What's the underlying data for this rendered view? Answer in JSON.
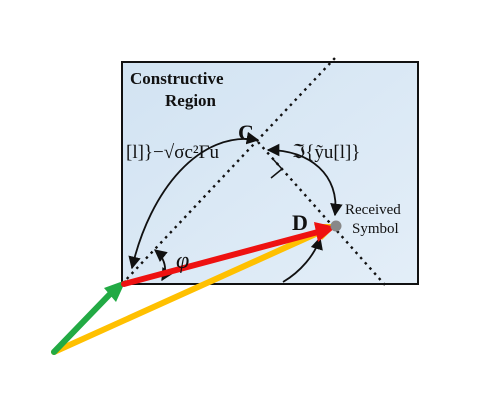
{
  "region": {
    "line1": "Constructive",
    "line2": "Region"
  },
  "points": {
    "c": "C",
    "d": "D"
  },
  "received_label": {
    "line1": "Received",
    "line2": "Symbol"
  },
  "angle_label": "φ",
  "formula_left": "[l]}−√σc²Γu",
  "formula_right": "ℑ{ỹu[l]}",
  "colors": {
    "region_fill": "#d6e6f3",
    "region_border": "#111111",
    "red_vector": "#ee1111",
    "yellow_vector": "#ffc000",
    "green_vector": "#22aa44",
    "received_marker": "#888888"
  }
}
